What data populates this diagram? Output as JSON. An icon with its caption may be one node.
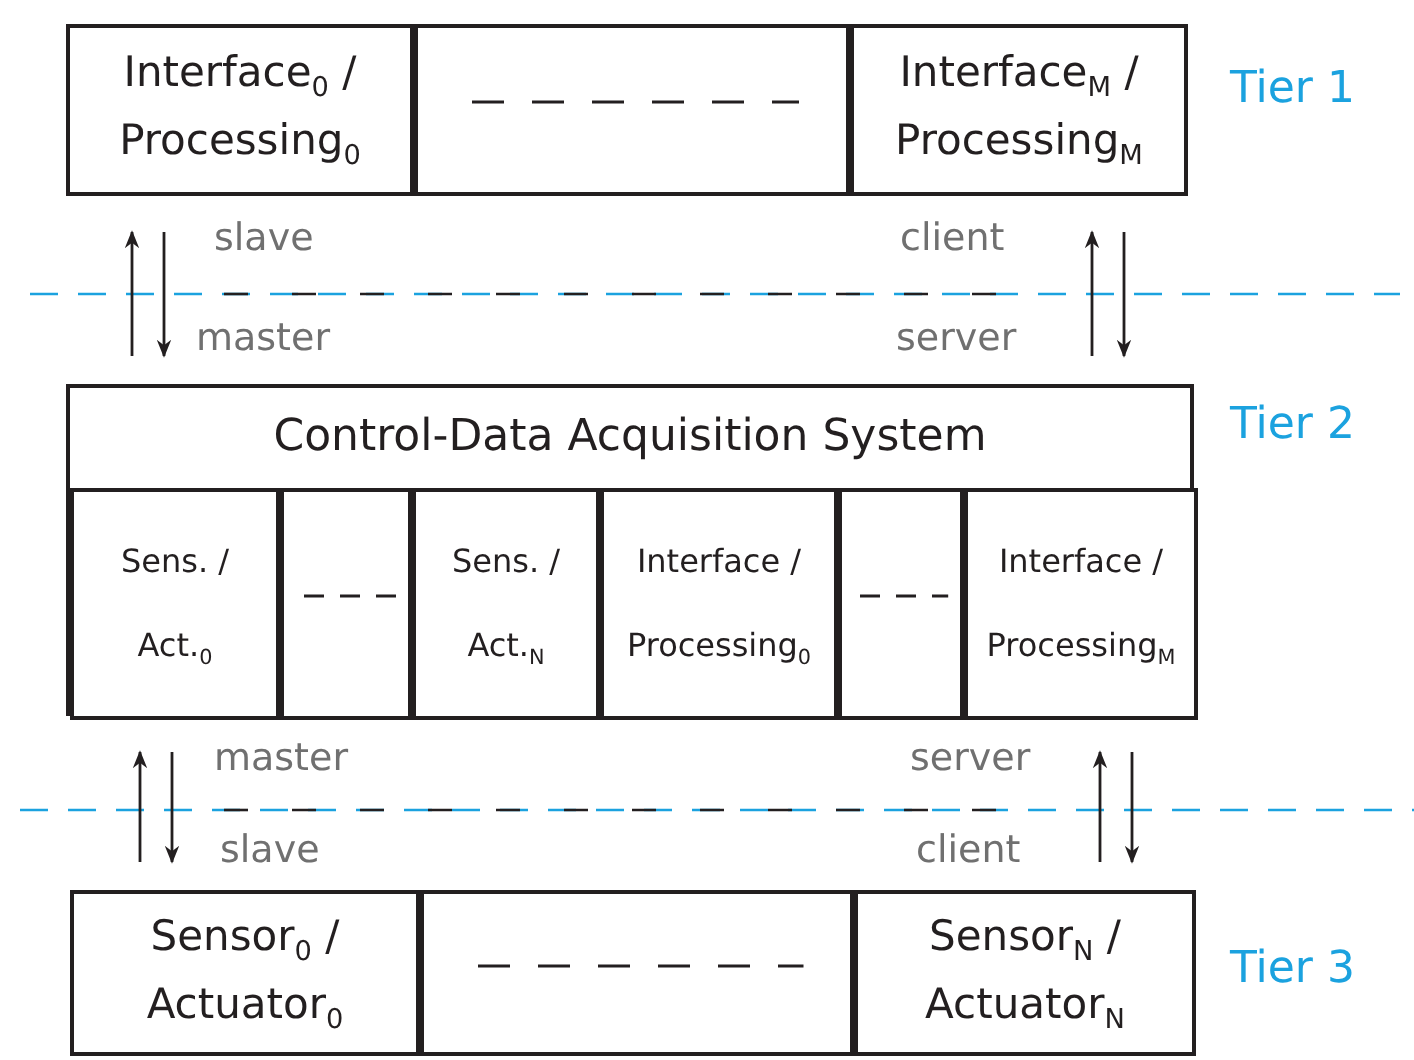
{
  "diagram": {
    "nodes": [
      {
        "text": [
          "Interface$_{0}$ / Processing$_{0}$"
        ]
      },
      {
        "text": [],
        "shape": "box"
      },
      {
        "text": [
          "Interface$_{M}$ / Processing$_{M}$"
        ]
      },
      {
        "text": [
          "Control-Data Acquisition System"
        ]
      },
      {
        "text": [
          "Sens. / Act.$_{0}$"
        ],
        "in": 3
      },
      {
        "text": [],
        "shape": "box",
        "in": 3
      },
      {
        "text": [
          "Sens. / Act.$_{N}$"
        ],
        "in": 3
      },
      {
        "text": [
          "Interface / Processing$_{0}$"
        ],
        "in": 3
      },
      {
        "text": [],
        "shape": "box",
        "in": 3
      },
      {
        "text": [
          "Interface / Processing$_{M}$"
        ],
        "in": 3
      },
      {
        "text": [
          "Sensor$_{0}$ / Actuator$_{0}$"
        ]
      },
      {
        "text": [],
        "shape": "box"
      },
      {
        "text": [
          "Sensor$_{N}$ / Actuator$_{N}$"
        ]
      }
    ],
    "edges": [
      {
        "from": 3,
        "to": 0,
        "arrow": "to"
      },
      {
        "from": 0,
        "to": 3,
        "arrow": "to"
      },
      {
        "from": 3,
        "to": 2,
        "arrow": "to"
      },
      {
        "from": 2,
        "to": 3,
        "arrow": "to"
      },
      {
        "from": 10,
        "to": 4,
        "arrow": "to"
      },
      {
        "from": 4,
        "to": 10,
        "arrow": "to"
      },
      {
        "from": 12,
        "to": 9,
        "arrow": "to"
      },
      {
        "from": 9,
        "to": 12,
        "arrow": "to"
      }
    ],
    "labels": [
      "Tier 1",
      "slave",
      "client",
      "master",
      "server",
      "Tier 2",
      "master",
      "server",
      "slave",
      "client",
      "Tier 3"
    ]
  }
}
